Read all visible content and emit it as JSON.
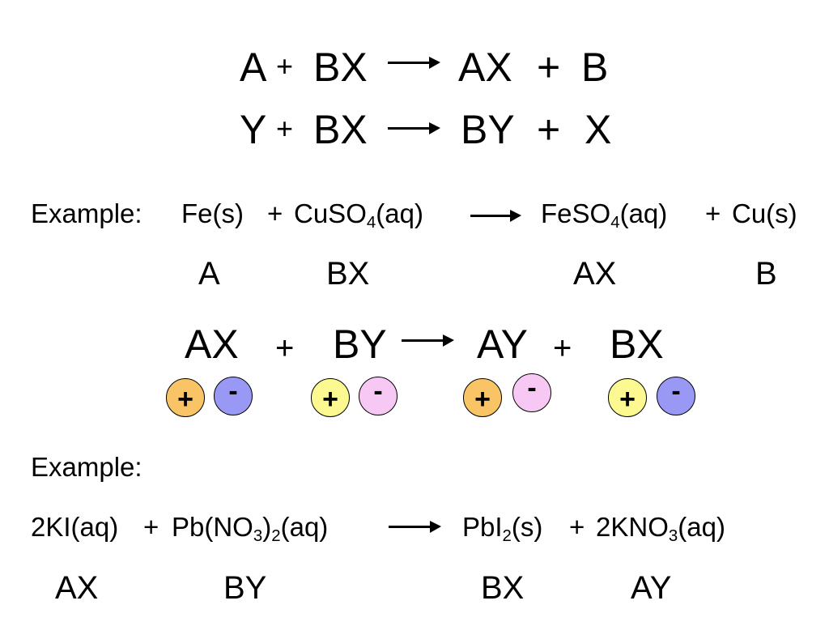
{
  "eq1": {
    "A": "A",
    "plus1": "+",
    "BX": "BX",
    "AX": "AX",
    "plus2": "+",
    "B": "B"
  },
  "eq2": {
    "Y": "Y",
    "plus1": "+",
    "BX": "BX",
    "BY": "BY",
    "plus2": "+",
    "X": "X"
  },
  "ex1": {
    "prefix": "Example:",
    "fe": "Fe(s)",
    "plus1": "+",
    "cuso_a": "CuSO",
    "cuso_sub": "4",
    "cuso_b": "(aq)",
    "feso_a": "FeSO",
    "feso_sub": "4",
    "feso_b": "(aq)",
    "plus2": "+",
    "cu": "Cu(s)",
    "labels": {
      "A": "A",
      "BX": "BX",
      "AX": "AX",
      "B": "B"
    }
  },
  "double": {
    "AX": "AX",
    "plus1": "+",
    "BY": "BY",
    "AY": "AY",
    "plus2": "+",
    "BX": "BX"
  },
  "ions": {
    "plus_sign": "+",
    "minus_sign": "-",
    "colors": {
      "orange": "#F9C466",
      "blue": "#9999F5",
      "yellow": "#FBF98F",
      "pink": "#F8C8F5"
    }
  },
  "ex2": {
    "prefix": "Example:",
    "ki": "2KI(aq)",
    "plus1": "+",
    "pb_a": "Pb(NO",
    "pb_sub1": "3",
    "pb_b": ")",
    "pb_sub2": "2",
    "pb_c": "(aq)",
    "pbi_a": "PbI",
    "pbi_sub": "2",
    "pbi_b": "(s)",
    "plus2": "+",
    "kno_a": "2KNO",
    "kno_sub": "3",
    "kno_b": "(aq)",
    "labels": {
      "AX": "AX",
      "BY": "BY",
      "BX": "BX",
      "AY": "AY"
    }
  }
}
